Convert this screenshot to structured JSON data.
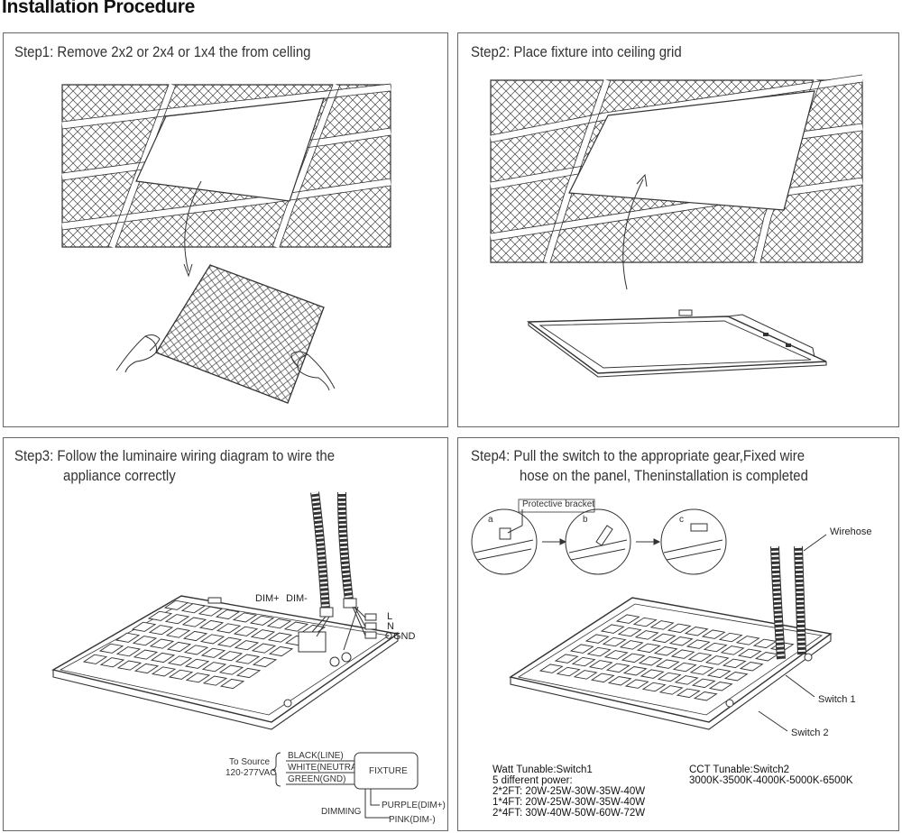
{
  "page": {
    "title": "Installation Procedure"
  },
  "steps": [
    {
      "text": "Step1: Remove 2x2 or 2x4 or 1x4 the from celling"
    },
    {
      "text": "Step2: Place fixture into ceiling grid"
    },
    {
      "text_line1": "Step3: Follow the luminaire wiring diagram to wire the",
      "text_line2": "appliance correctly"
    },
    {
      "text_line1": "Step4: Pull the switch to the appropriate gear,Fixed wire",
      "text_line2": "hose on the panel, Theninstallation is completed"
    }
  ],
  "wiring": {
    "dim_plus": "DIM+",
    "dim_minus": "DIM-",
    "l": "L",
    "n": "N",
    "gnd": "GND",
    "to_source": "To Source",
    "voltage": "120-277VAC",
    "black": "BLACK(LINE)",
    "white": "WHITE(NEUTRAL)",
    "green": "GREEN(GND)",
    "fixture": "FIXTURE",
    "dimming": "DIMMING",
    "purple": "PURPLE(DIM+)",
    "pink": "PINK(DIM-)"
  },
  "step4": {
    "protective_bracket": "Protective bracket",
    "a": "a",
    "b": "b",
    "c": "c",
    "wirehose": "Wirehose",
    "switch1": "Switch 1",
    "switch2": "Switch 2",
    "watt_title": "Watt Tunable:Switch1",
    "watt_sub": "5 different power:",
    "watt_lines": [
      "2*2FT: 20W-25W-30W-35W-40W",
      "1*4FT: 20W-25W-30W-35W-40W",
      "2*4FT: 30W-40W-50W-60W-72W"
    ],
    "cct_title": "CCT Tunable:Switch2",
    "cct_values": "3000K-3500K-4000K-5000K-6500K"
  }
}
